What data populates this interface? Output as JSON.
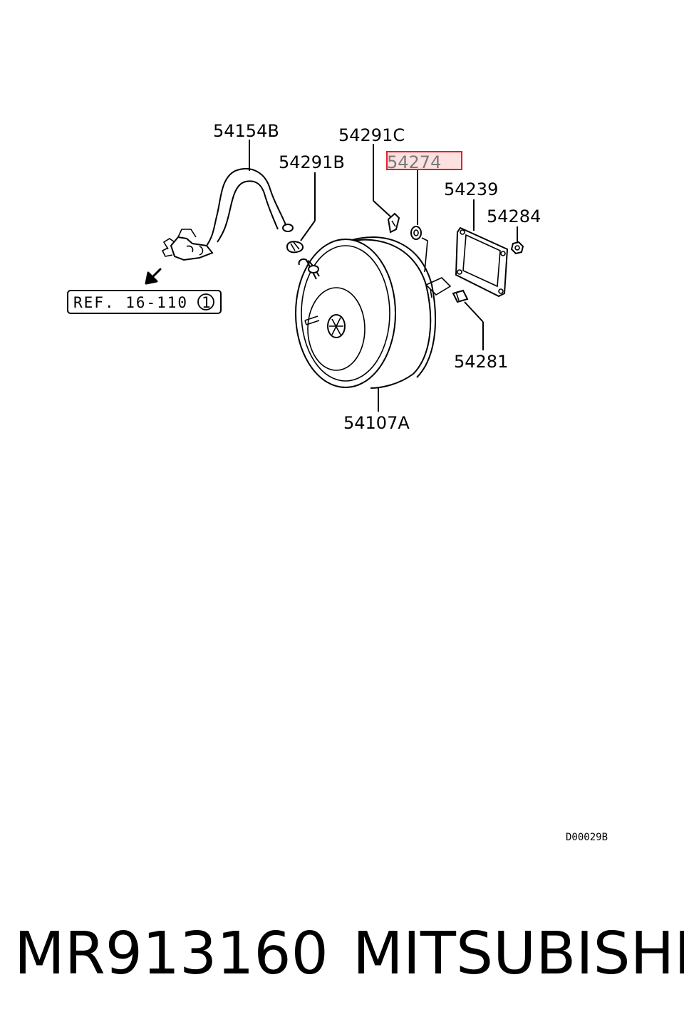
{
  "labels": {
    "hose": "54154B",
    "clip_b": "54291B",
    "clip_c": "54291C",
    "highlighted": "54274",
    "gasket": "54239",
    "nut": "54284",
    "stud": "54281",
    "booster": "54107A"
  },
  "reference": {
    "text": "REF. 16-110",
    "circled_number": "1"
  },
  "drawing_code": "D00029B",
  "footer": {
    "part_number": "MR913160",
    "brand": "MITSUBISHI"
  },
  "colors": {
    "highlight_stroke": "#e0202a",
    "highlight_fill": "#fde0e0",
    "ink": "#000000"
  }
}
